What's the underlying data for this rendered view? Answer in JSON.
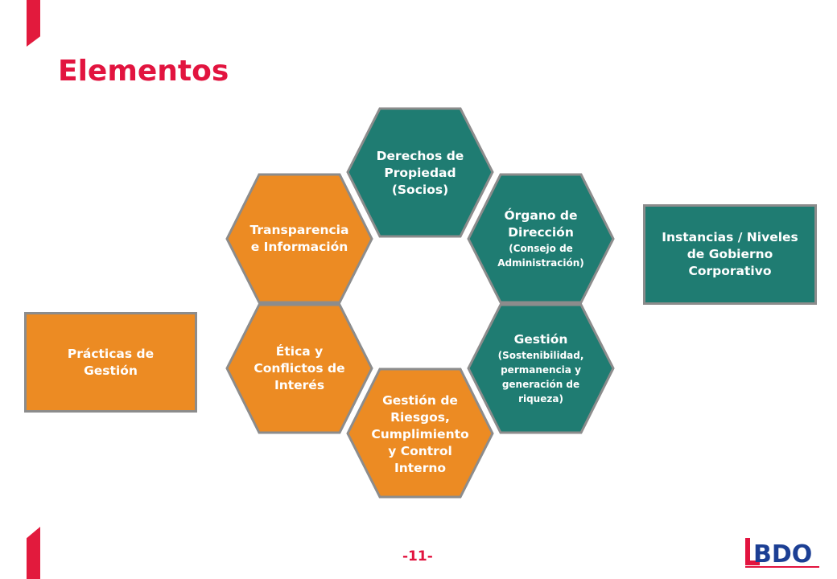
{
  "title": "Elementos",
  "page_number": "-11-",
  "logo_text": "BDO",
  "colors": {
    "orange": "#ec8b23",
    "teal": "#1f7c72",
    "red": "#e2143f",
    "border": "#8c8c8c"
  },
  "hexagons": {
    "derechos": {
      "main": "Derechos de Propiedad (Socios)",
      "color": "teal"
    },
    "organo": {
      "main": "Órgano de Dirección",
      "sub": "(Consejo de Administración)",
      "color": "teal"
    },
    "transparencia": {
      "main": "Transparencia e Información",
      "color": "orange"
    },
    "etica": {
      "main": "Ética y Conflictos de Interés",
      "color": "orange"
    },
    "gestion": {
      "main": "Gestión",
      "sub": "(Sostenibilidad, permanencia y generación de riqueza)",
      "color": "teal"
    },
    "riesgos": {
      "main": "Gestión de Riesgos, Cumplimiento y Control Interno",
      "color": "orange"
    }
  },
  "boxes": {
    "instancias": "Instancias / Niveles de Gobierno Corporativo",
    "practicas": "Prácticas de Gestión"
  }
}
